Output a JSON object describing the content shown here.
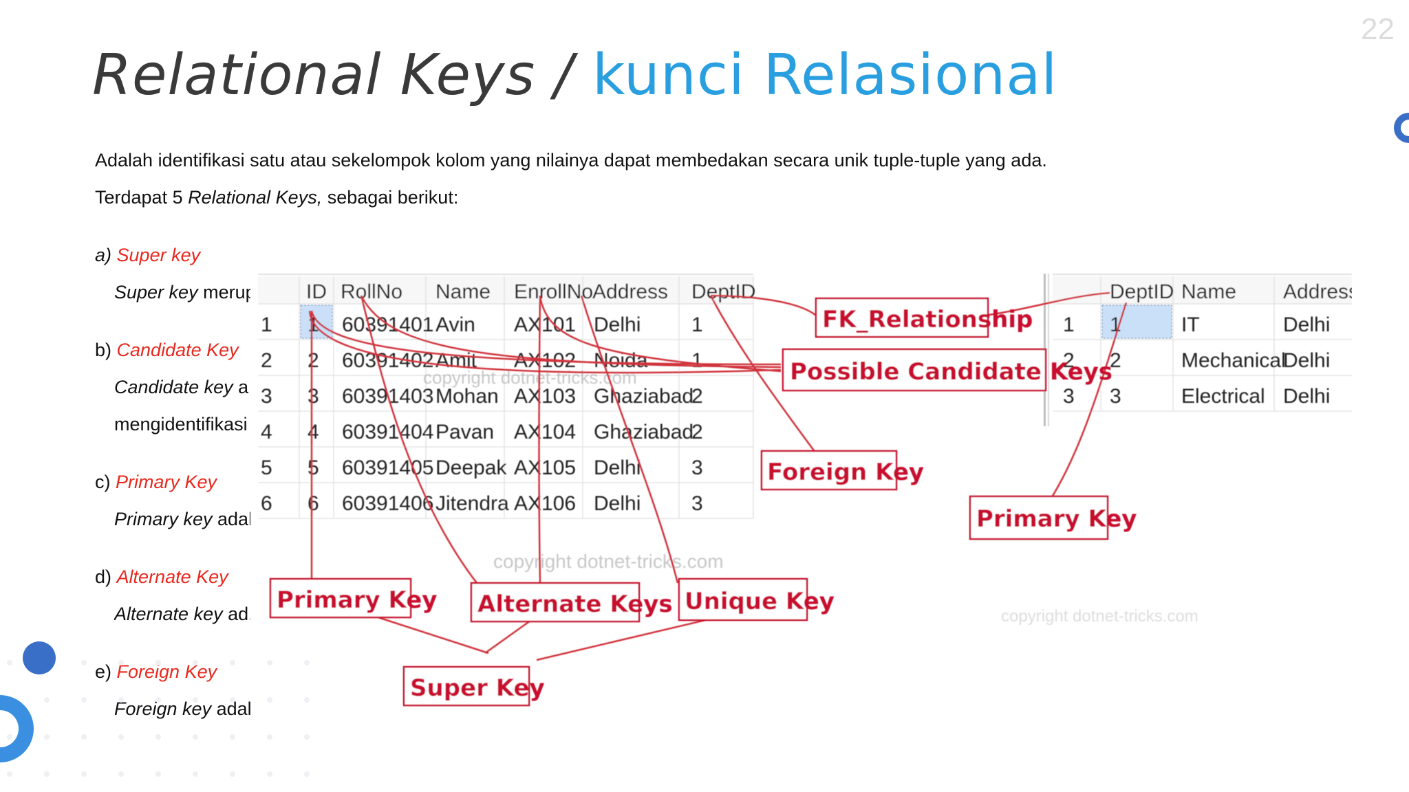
{
  "slide": {
    "page_number": "22",
    "title_part1": "Relational Keys /",
    "title_part2": "kunci Relasional",
    "intro": "Adalah identifikasi satu atau sekelompok kolom yang nilainya dapat membedakan secara unik tuple-tuple yang ada.",
    "count_prefix": "Terdapat 5 ",
    "count_italic": "Relational Keys,",
    "count_suffix": " sebagai berikut:"
  },
  "keys": [
    {
      "letter": "a)",
      "name": "Super key",
      "desc_italic": "Super key",
      "desc_rest": " merup"
    },
    {
      "letter": "b)",
      "name": "Candidate Key",
      "desc_italic": "Candidate  key",
      "desc_rest": "  a",
      "desc2": "mengidentifikasi"
    },
    {
      "letter": "c)",
      "name": "Primary Key",
      "desc_italic": "Primary key",
      "desc_rest": " adal"
    },
    {
      "letter": "d)",
      "name": "Alternate Key",
      "desc_italic": "Alternate key",
      "desc_rest": " ad."
    },
    {
      "letter": "e)",
      "name": "Foreign Key",
      "desc_italic": "Foreign key",
      "desc_rest": " adal."
    }
  ],
  "diagram": {
    "left_table": {
      "headers": [
        "ID",
        "RollNo",
        "Name",
        "EnrollNo",
        "Address",
        "DeptID"
      ],
      "rows": [
        [
          "1",
          "1",
          "60391401",
          "Avin",
          "AX101",
          "Delhi",
          "1"
        ],
        [
          "2",
          "2",
          "60391402",
          "Amit",
          "AX102",
          "Noida",
          "1"
        ],
        [
          "3",
          "3",
          "60391403",
          "Mohan",
          "AX103",
          "Ghaziabad",
          "2"
        ],
        [
          "4",
          "4",
          "60391404",
          "Pavan",
          "AX104",
          "Ghaziabad",
          "2"
        ],
        [
          "5",
          "5",
          "60391405",
          "Deepak",
          "AX105",
          "Delhi",
          "3"
        ],
        [
          "6",
          "6",
          "60391406",
          "Jitendra",
          "AX106",
          "Delhi",
          "3"
        ]
      ]
    },
    "right_table": {
      "headers": [
        "DeptID",
        "Name",
        "Address"
      ],
      "rows": [
        [
          "1",
          "1",
          "IT",
          "Delhi"
        ],
        [
          "2",
          "2",
          "Mechanical",
          "Delhi"
        ],
        [
          "3",
          "3",
          "Electrical",
          "Delhi"
        ]
      ]
    },
    "labels": {
      "fk_relationship": "FK_Relationship",
      "possible_candidate": "Possible Candidate Keys",
      "foreign_key": "Foreign Key",
      "primary_key_right": "Primary Key",
      "primary_key_left": "Primary Key",
      "alternate_keys": "Alternate Keys",
      "unique_key": "Unique Key",
      "super_key": "Super Key"
    },
    "watermarks": [
      "copyright dotnet-tricks.com",
      "copyright dotnet-tricks.com",
      "copyright dotnet-tricks.com"
    ],
    "colors": {
      "label_red": "#c8102e",
      "line_red": "#d0303a",
      "grid": "#e2e2e2"
    }
  }
}
